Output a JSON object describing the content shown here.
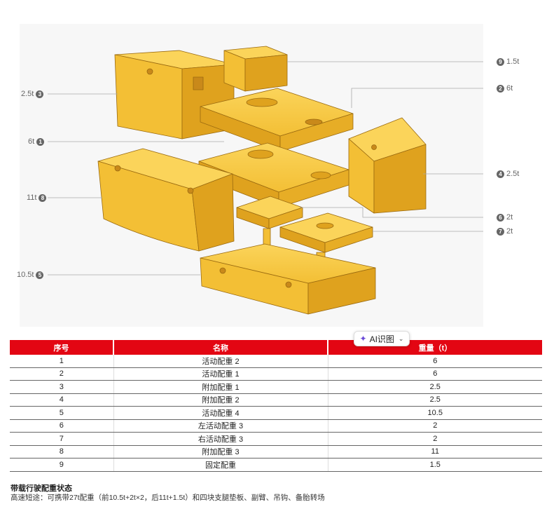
{
  "callouts": [
    {
      "num": "9",
      "weight": "1.5t",
      "side": "right"
    },
    {
      "num": "2",
      "weight": "6t",
      "side": "right"
    },
    {
      "num": "3",
      "weight": "2.5t",
      "side": "left"
    },
    {
      "num": "1",
      "weight": "6t",
      "side": "left"
    },
    {
      "num": "4",
      "weight": "2.5t",
      "side": "right"
    },
    {
      "num": "8",
      "weight": "11t",
      "side": "left"
    },
    {
      "num": "6",
      "weight": "2t",
      "side": "right"
    },
    {
      "num": "7",
      "weight": "2t",
      "side": "right"
    },
    {
      "num": "5",
      "weight": "10.5t",
      "side": "left"
    }
  ],
  "ai_button": {
    "label": "AI识图"
  },
  "table": {
    "headers": [
      "序号",
      "名称",
      "重量（t）"
    ],
    "rows": [
      [
        "1",
        "活动配重 2",
        "6"
      ],
      [
        "2",
        "活动配重 1",
        "6"
      ],
      [
        "3",
        "附加配重 1",
        "2.5"
      ],
      [
        "4",
        "附加配重 2",
        "2.5"
      ],
      [
        "5",
        "活动配重 4",
        "10.5"
      ],
      [
        "6",
        "左活动配重 3",
        "2"
      ],
      [
        "7",
        "右活动配重 3",
        "2"
      ],
      [
        "8",
        "附加配重 3",
        "11"
      ],
      [
        "9",
        "固定配重",
        "1.5"
      ]
    ]
  },
  "note": {
    "title": "带载行驶配重状态",
    "text": "高速短途：可携带27t配重（前10.5t+2t×2，后11t+1.5t）和四块支腿垫板、副臂、吊钩、备胎转场"
  },
  "colors": {
    "accent": "#e30613",
    "block": "#f6c53a",
    "block_side": "#dfa21e",
    "block_dark": "#c9891a"
  }
}
